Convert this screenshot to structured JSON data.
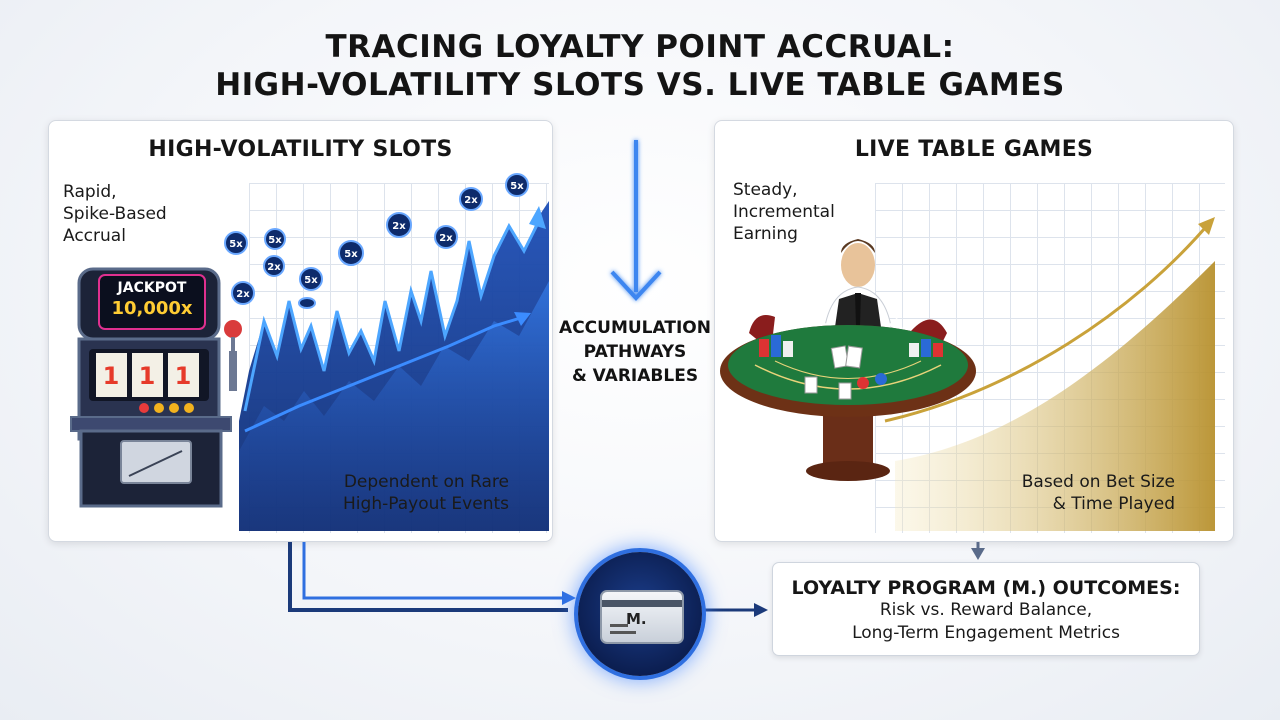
{
  "title": {
    "line1": "TRACING LOYALTY POINT ACCRUAL:",
    "line2": "HIGH-VOLATILITY SLOTS VS. LIVE TABLE GAMES"
  },
  "slots_panel": {
    "title": "HIGH-VOLATILITY SLOTS",
    "note_lines": [
      "Rapid,",
      "Spike-Based",
      "Accrual"
    ],
    "bottom_lines": [
      "Dependent on Rare",
      "High-Payout Events"
    ],
    "jackpot_label": "JACKPOT",
    "jackpot_value": "10,000x",
    "reel_symbol": "1",
    "multiplier_tokens": [
      "5x",
      "5x",
      "2x",
      "2x",
      "5x",
      "5x",
      "2x",
      "2x",
      "2x",
      "5x"
    ]
  },
  "table_panel": {
    "title": "LIVE TABLE GAMES",
    "note_lines": [
      "Steady,",
      "Incremental",
      "Earning"
    ],
    "bottom_lines": [
      "Based on Bet Size",
      "& Time Played"
    ]
  },
  "center": {
    "label_lines": [
      "ACCUMULATION",
      "PATHWAYS",
      "& VARIABLES"
    ]
  },
  "hub": {
    "card_text": "M."
  },
  "outcome": {
    "title": "LOYALTY PROGRAM (M.) OUTCOMES:",
    "lines": [
      "Risk vs. Reward Balance,",
      "Long-Term Engagement Metrics"
    ]
  },
  "colors": {
    "slots_accent": "#1e6fe8",
    "slots_dark": "#0d2a6e",
    "table_accent": "#c9a23a",
    "felt": "#1f7a3d",
    "hub_ring": "#2f6fe0"
  },
  "icons": [
    "slot-machine-icon",
    "dealer-icon",
    "loyalty-card-icon",
    "arrow-icon"
  ]
}
